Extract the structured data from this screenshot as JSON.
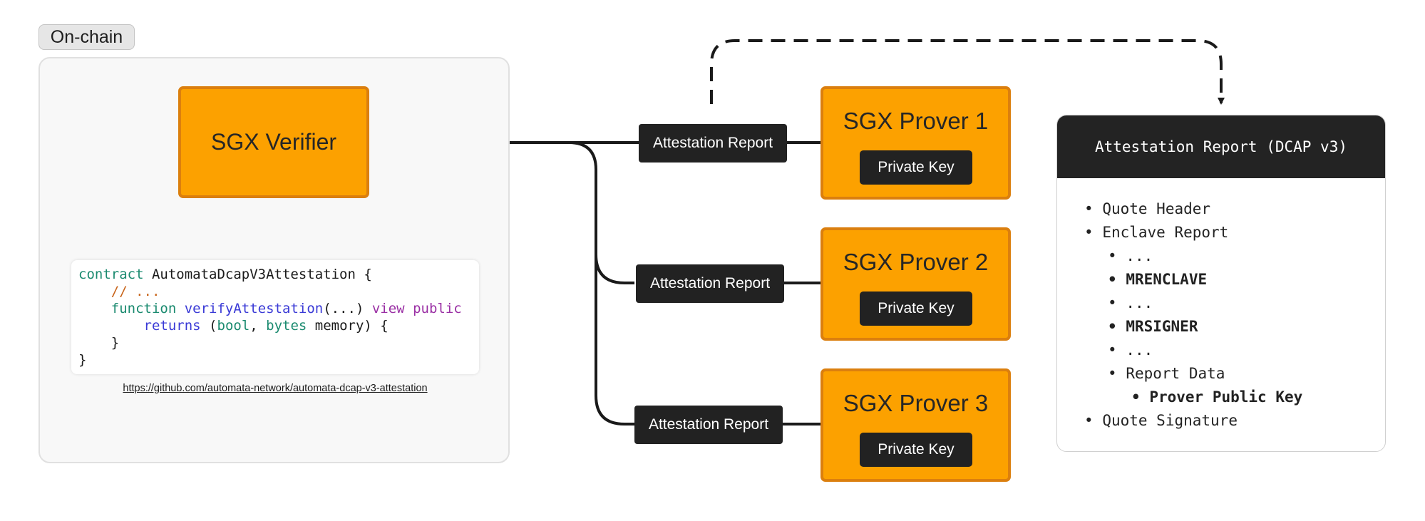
{
  "onchain_tag": "On-chain",
  "verifier_label": "SGX Verifier",
  "code": {
    "line1": {
      "kw": "contract",
      "rest": " AutomataDcapV3Attestation {"
    },
    "line2": {
      "comment": "// ..."
    },
    "line3": {
      "kw_function": "function",
      "fn": "verifyAttestation",
      "args": "(...)",
      "kw_view": "view",
      "kw_public": "public"
    },
    "line4": {
      "kw_returns": "returns",
      "paren": "(",
      "kw_bool": "bool",
      "comma": ", ",
      "kw_bytes": "bytes",
      "rest": " memory) {"
    },
    "line5": "}",
    "line6": "}"
  },
  "repo_link": "https://github.com/automata-network/automata-dcap-v3-attestation",
  "reports": [
    "Attestation Report",
    "Attestation Report",
    "Attestation Report"
  ],
  "provers": [
    {
      "title": "SGX Prover 1",
      "key": "Private Key"
    },
    {
      "title": "SGX Prover 2",
      "key": "Private Key"
    },
    {
      "title": "SGX Prover 3",
      "key": "Private Key"
    }
  ],
  "report_card": {
    "title": "Attestation Report (DCAP v3)",
    "items": [
      {
        "bullet": "•",
        "text": "Quote Header"
      },
      {
        "bullet": "•",
        "text": "Enclave Report"
      },
      {
        "bullet": "•",
        "text": "..."
      },
      {
        "bullet": "•",
        "text": "MRENCLAVE"
      },
      {
        "bullet": "•",
        "text": "..."
      },
      {
        "bullet": "•",
        "text": "MRSIGNER"
      },
      {
        "bullet": "•",
        "text": "..."
      },
      {
        "bullet": "•",
        "text": "Report Data"
      },
      {
        "bullet": "•",
        "text": "Prover Public Key"
      },
      {
        "bullet": "•",
        "text": "Quote Signature"
      }
    ]
  }
}
